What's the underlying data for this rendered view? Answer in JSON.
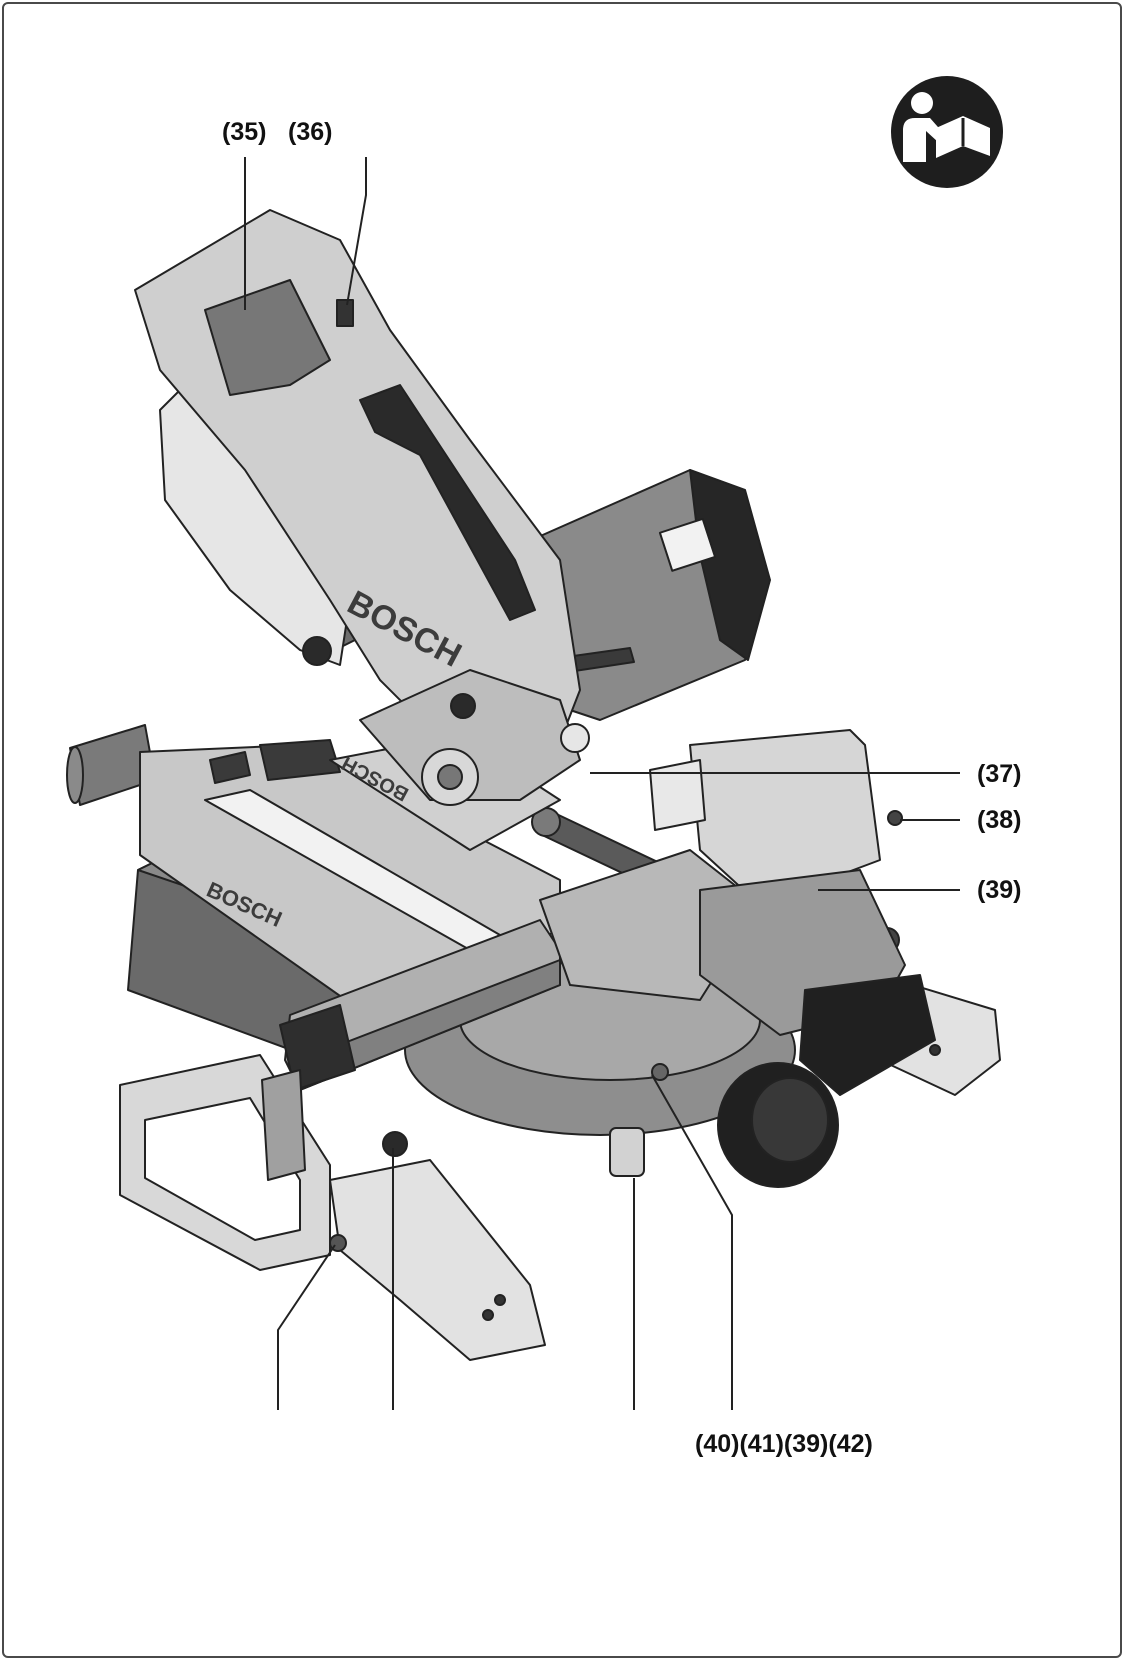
{
  "labels": {
    "c35": "(35)",
    "c36": "(36)",
    "c37": "(37)",
    "c38": "(38)",
    "c39": "(39)",
    "c_bottom": "(40)(41)(39)(42)"
  },
  "brand": {
    "head": "BOSCH",
    "box": "BOSCH",
    "rail": "BOSCH"
  },
  "icons": {
    "manual": "read-manual-icon"
  },
  "colors": {
    "line": "#222222",
    "light": "#d9d9d9",
    "mid": "#9a9a9a",
    "dark": "#3a3a3a",
    "black": "#1e1e1e"
  }
}
